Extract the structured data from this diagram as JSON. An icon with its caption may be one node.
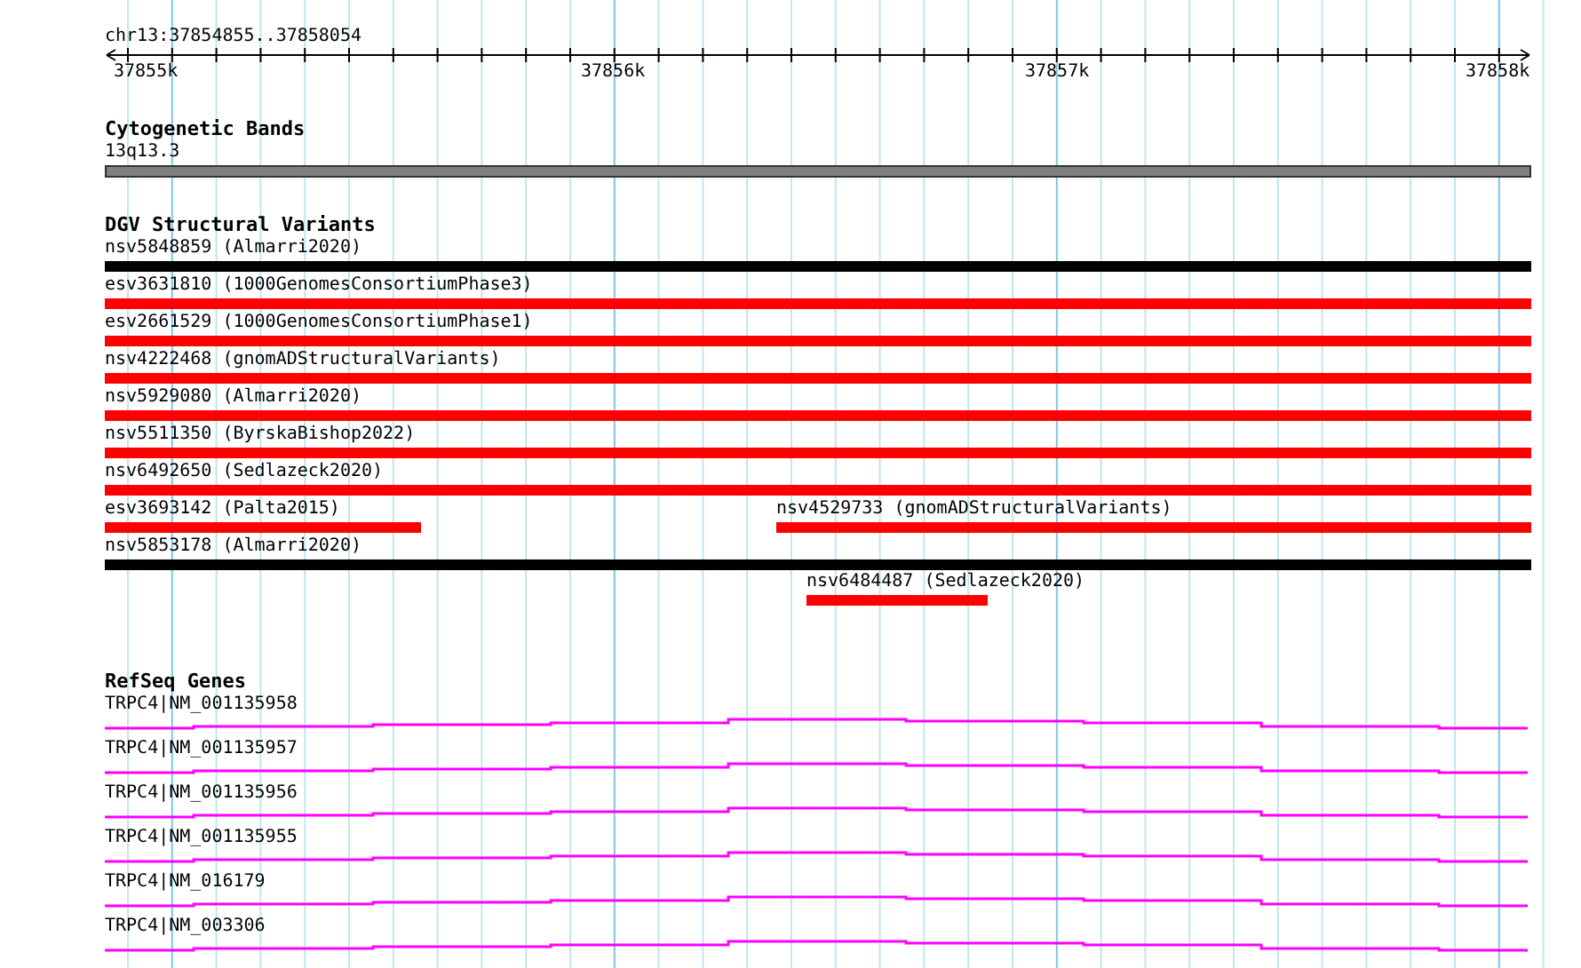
{
  "diagram": {
    "nodes": [
      {
        "text": [
          "13q13.3"
        ]
      },
      {
        "text": [
          "nsv5848859 (Almarri2020)"
        ]
      },
      {
        "text": [
          "esv3631810 (1000GenomesConsortiumPhase3)"
        ]
      },
      {
        "text": [
          "esv2661529 (1000GenomesConsortiumPhase1)"
        ]
      },
      {
        "text": [
          "nsv4222468 (gnomADStructuralVariants)"
        ]
      },
      {
        "text": [
          "nsv5929080 (Almarri2020)"
        ]
      },
      {
        "text": [
          "nsv5511350 (ByrskaBishop2022)"
        ]
      },
      {
        "text": [
          "nsv6492650 (Sedlazeck2020)"
        ]
      },
      {
        "text": [
          "esv3693142 (Palta2015)"
        ]
      },
      {
        "text": [
          "nsv4529733 (gnomADStructuralVariants)"
        ]
      },
      {
        "text": [
          "nsv5853178 (Almarri2020)"
        ]
      },
      {
        "text": [
          "nsv6484487 (Sedlazeck2020)"
        ]
      },
      {
        "text": [
          "TRPC4|NM_001135958"
        ]
      },
      {
        "text": [
          "TRPC4|NM_001135957"
        ]
      },
      {
        "text": [
          "TRPC4|NM_001135956"
        ]
      },
      {
        "text": [
          "TRPC4|NM_001135955"
        ]
      },
      {
        "text": [
          "TRPC4|NM_016179"
        ]
      },
      {
        "text": [
          "TRPC4|NM_003306"
        ]
      }
    ],
    "labels": [
      "chr13:37854855..37858054",
      "37855k",
      "37856k",
      "37857k",
      "37858k",
      "Cytogenetic Bands",
      "DGV Structural Variants",
      "RefSeq Genes"
    ]
  }
}
